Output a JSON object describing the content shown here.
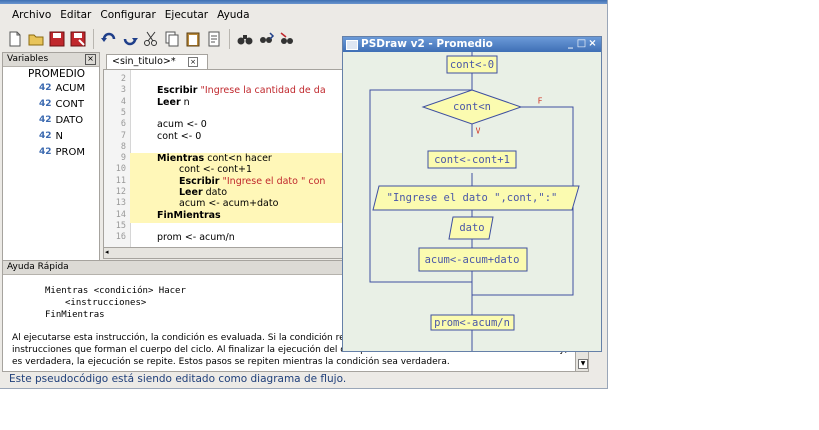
{
  "menu": [
    "Archivo",
    "Editar",
    "Configurar",
    "Ejecutar",
    "Ayuda"
  ],
  "variables_panel": {
    "header": "Variables",
    "close": "×",
    "program": "PROMEDIO",
    "badge": "42",
    "items": [
      "ACUM",
      "CONT",
      "DATO",
      "N",
      "PROM"
    ]
  },
  "editor": {
    "tab_label": "<sin_titulo>*",
    "tab_close": "×",
    "line_numbers": [
      "2",
      "3",
      "4",
      "5",
      "6",
      "7",
      "8",
      "9",
      "10",
      "11",
      "12",
      "13",
      "14",
      "15",
      "16"
    ],
    "lines": [
      {
        "kw": "",
        "text": ""
      },
      {
        "kw": "Escribir",
        "text": " \"Ingrese la cantidad de da"
      },
      {
        "kw": "Leer",
        "text": " n"
      },
      {
        "kw": "",
        "text": ""
      },
      {
        "kw": "",
        "text": "acum <- 0"
      },
      {
        "kw": "",
        "text": "cont <- 0"
      },
      {
        "kw": "",
        "text": ""
      },
      {
        "kw": "Mientras",
        "text": " cont<n hacer"
      },
      {
        "kw": "",
        "text": "cont <- cont+1"
      },
      {
        "kw": "Escribir",
        "text": " \"Ingrese el dato \" con"
      },
      {
        "kw": "Leer",
        "text": " dato"
      },
      {
        "kw": "",
        "text": "acum <- acum+dato"
      },
      {
        "kw": "FinMientras",
        "text": ""
      },
      {
        "kw": "",
        "text": ""
      },
      {
        "kw": "",
        "text": "prom <- acum/n"
      }
    ]
  },
  "ayuda": {
    "header": "Ayuda Rápida",
    "syntax": [
      "Mientras <condición> Hacer",
      "<instrucciones>",
      "FinMientras"
    ],
    "paragraph": [
      "Al ejecutarse esta instrucción, la condición es evaluada. Si la condición resu",
      "instrucciones que forman el cuerpo del ciclo. Al finalizar la ejecución del cuerpo de ciclo se vuelve a evaluar la condición y, si",
      "es verdadera, la ejecución se repite. Estos pasos se repiten mientras la condición sea verdadera."
    ]
  },
  "status": "Este pseudocódigo está siendo editado como diagrama de flujo.",
  "psdraw": {
    "title": "PSDraw v2 - Promedio",
    "controls": [
      "_",
      "□",
      "×"
    ],
    "boxes": [
      "cont<-0",
      "cont<n",
      "cont<-cont+1",
      "\"Ingrese el dato \",cont,\":\"",
      "dato",
      "acum<-acum+dato",
      "prom<-acum/n"
    ],
    "false_label": "F",
    "true_label": "V"
  },
  "colors": {
    "flow_stroke": "#3e4fa0",
    "flow_fill": "#fbfbb0",
    "flow_text": "#4a57a8",
    "false_label": "#d03020",
    "true_label": "#d03020",
    "keyword_string": "#c0282d"
  }
}
